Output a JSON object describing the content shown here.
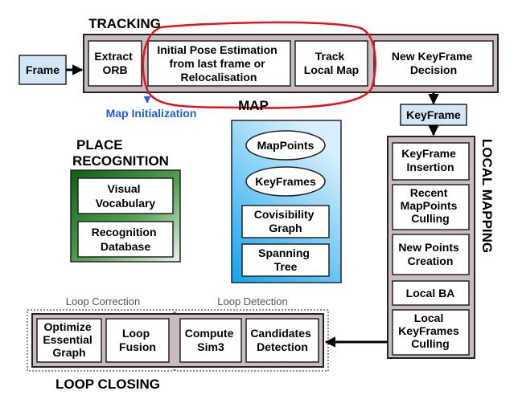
{
  "tracking": {
    "title": "TRACKING",
    "input": [
      "Frame"
    ],
    "steps": [
      [
        "Extract",
        "ORB"
      ],
      [
        "Initial Pose Estimation",
        "from last frame or",
        "Relocalisation"
      ],
      [
        "Track",
        "Local Map"
      ],
      [
        "New KeyFrame",
        "Decision"
      ]
    ],
    "map_initialization": "Map Initialization"
  },
  "keyframe_output": [
    "KeyFrame"
  ],
  "map": {
    "title": "MAP",
    "items": [
      [
        "MapPoints"
      ],
      [
        "KeyFrames"
      ],
      [
        "Covisibility",
        "Graph"
      ],
      [
        "Spanning",
        "Tree"
      ]
    ]
  },
  "place_recognition": {
    "title": [
      "PLACE",
      "RECOGNITION"
    ],
    "items": [
      [
        "Visual",
        "Vocabulary"
      ],
      [
        "Recognition",
        "Database"
      ]
    ]
  },
  "local_mapping": {
    "title": "LOCAL MAPPING",
    "steps": [
      [
        "KeyFrame",
        "Insertion"
      ],
      [
        "Recent",
        "MapPoints",
        "Culling"
      ],
      [
        "New Points",
        "Creation"
      ],
      [
        "Local BA"
      ],
      [
        "Local",
        "KeyFrames",
        "Culling"
      ]
    ]
  },
  "loop_closing": {
    "title": "LOOP CLOSING",
    "correction_label": "Loop Correction",
    "detection_label": "Loop Detection",
    "correction_steps": [
      [
        "Optimize",
        "Essential",
        "Graph"
      ],
      [
        "Loop",
        "Fusion"
      ]
    ],
    "detection_steps": [
      [
        "Compute",
        "Sim3"
      ],
      [
        "Candidates",
        "Detection"
      ]
    ]
  },
  "colors": {
    "module_fill": "#c9bcc1",
    "input_fill": "#d2e6f6",
    "highlight": "#e0151b",
    "note_blue": "#1f5fd6"
  }
}
